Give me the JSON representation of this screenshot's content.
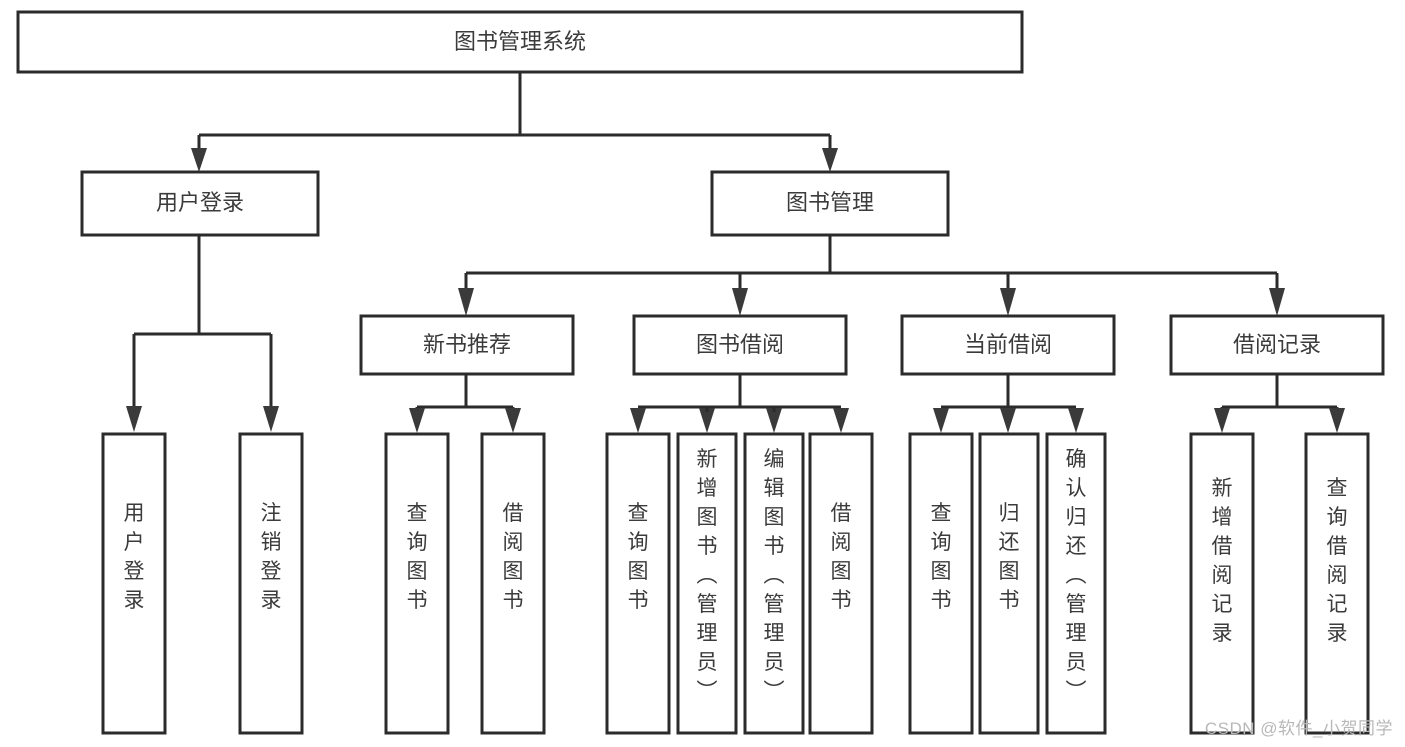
{
  "diagram": {
    "title": "图书管理系统",
    "type": "tree-hierarchy",
    "watermark": "CSDN @软件_小贺同学",
    "colors": {
      "box_stroke": "#2b2b2b",
      "box_fill": "#ffffff",
      "text": "#3b3b3b",
      "connector": "#2b2b2b",
      "background": "#ffffff",
      "watermark": "#b8b8b8"
    },
    "root": {
      "label": "图书管理系统"
    },
    "level2": [
      {
        "label": "用户登录"
      },
      {
        "label": "图书管理"
      }
    ],
    "level3": [
      {
        "label": "新书推荐"
      },
      {
        "label": "图书借阅"
      },
      {
        "label": "当前借阅"
      },
      {
        "label": "借阅记录"
      }
    ],
    "leaves": {
      "user_login": [
        {
          "label": "用户登录"
        },
        {
          "label": "注销登录"
        }
      ],
      "new_book_recommend": [
        {
          "label": "查询图书"
        },
        {
          "label": "借阅图书"
        }
      ],
      "book_borrow": [
        {
          "label": "查询图书"
        },
        {
          "label": "新增图书（管理员）"
        },
        {
          "label": "编辑图书（管理员）"
        },
        {
          "label": "借阅图书"
        }
      ],
      "current_borrow": [
        {
          "label": "查询图书"
        },
        {
          "label": "归还图书"
        },
        {
          "label": "确认归还（管理员）"
        }
      ],
      "borrow_record": [
        {
          "label": "新增借阅记录"
        },
        {
          "label": "查询借阅记录"
        }
      ]
    }
  }
}
